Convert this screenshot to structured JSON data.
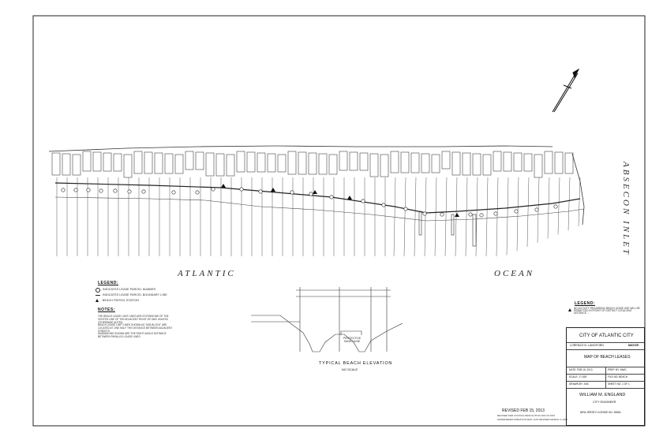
{
  "ocean_left": "ATLANTIC",
  "ocean_right": "OCEAN",
  "inlet": "ABSECON INLET",
  "legend_left": {
    "title": "LEGEND:",
    "items": [
      {
        "symbol": "circle",
        "text": "INDICATES LEASE PARCEL NUMBER"
      },
      {
        "symbol": "line",
        "text": "INDICATES LEASE PARCEL BOUNDARY LINE"
      },
      {
        "symbol": "triangle",
        "text": "BEACH PATROL STATION"
      }
    ]
  },
  "notes": {
    "title": "NOTES:",
    "items": [
      "THE BEACH LEASE LIMIT LINES ARE EXTENSIONS OF THE CENTER LINE OF THE ADJACENT RIGHT-OF-WAY UNLESS OTHERWISE NOTED.",
      "BEACH LEASE LIMIT LINES SHOWN AS \"MID-BLOCK\" ARE LOCATED AT ONE HALF THE DISTANCE BETWEEN ADJACENT STREETS.",
      "DIMENSIONS SHOWN ARE THE RIGHT ANGLE DISTANCE BETWEEN PARALLEL LEASE LINES."
    ]
  },
  "section": {
    "dune_label": "PROTECTIVE SAND DUNE",
    "title": "TYPICAL BEACH ELEVATION",
    "subtitle": "NO SCALE"
  },
  "legend_right": {
    "title": "LEGEND:",
    "text": "NO ACTIVITY REGARDING BEACH LEASE USE WILL BE PERMITTED IN FRONT OF DISTRICT 123 ALONG DISTANCE ..."
  },
  "revised": {
    "title": "REVISED FEB 15, 2013",
    "lines": [
      "REVISED PER COUNCIL RESOLUTION 199 OF 2013",
      "SUPERSEDES PREVIOUS MAP LAST REVISED MARCH 3, 2006"
    ]
  },
  "title_block": {
    "city": "CITY OF ATLANTIC CITY",
    "mayor_name": "LORENZO N. LANGFORD",
    "mayor_label": "MAYOR",
    "map_title": "MAP OF BEACH LEASES",
    "row_date": "DATE: FEB 15, 2013",
    "row_prepared": "PREP. BY: MWC",
    "row_scale": "SCALE: 1\"=300'",
    "row_file": "FILE NO: BEACH",
    "row_drawn": "DRAWN BY: JMC",
    "row_sheet": "SHEET NO. 1 OF 1",
    "engineer": "WILLIAM M. ENGLAND",
    "engineer_title": "CITY ENGINEER",
    "license": "NEW JERSEY LICENSE NO. 30864"
  },
  "colors": {
    "ink": "#222222",
    "paper": "#ffffff"
  }
}
